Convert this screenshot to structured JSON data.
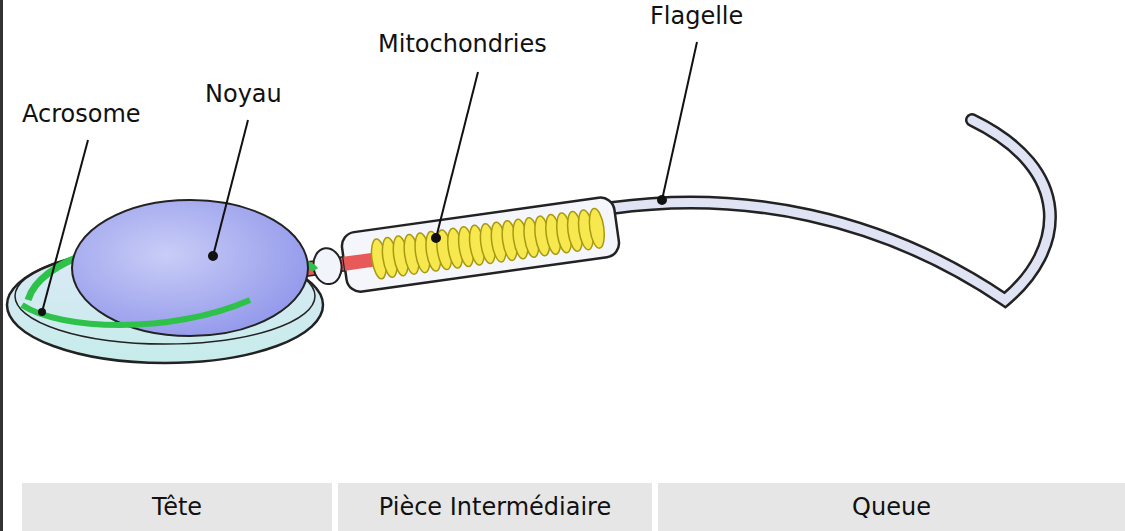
{
  "diagram": {
    "nodes": [
      {
        "text": [
          "Tête"
        ]
      },
      {
        "text": [
          "Pièce Intermédiaire"
        ]
      },
      {
        "text": [
          "Queue"
        ]
      }
    ],
    "labels": [
      "Acrosome",
      "Noyau",
      "Mitochondries",
      "Flagelle"
    ]
  }
}
